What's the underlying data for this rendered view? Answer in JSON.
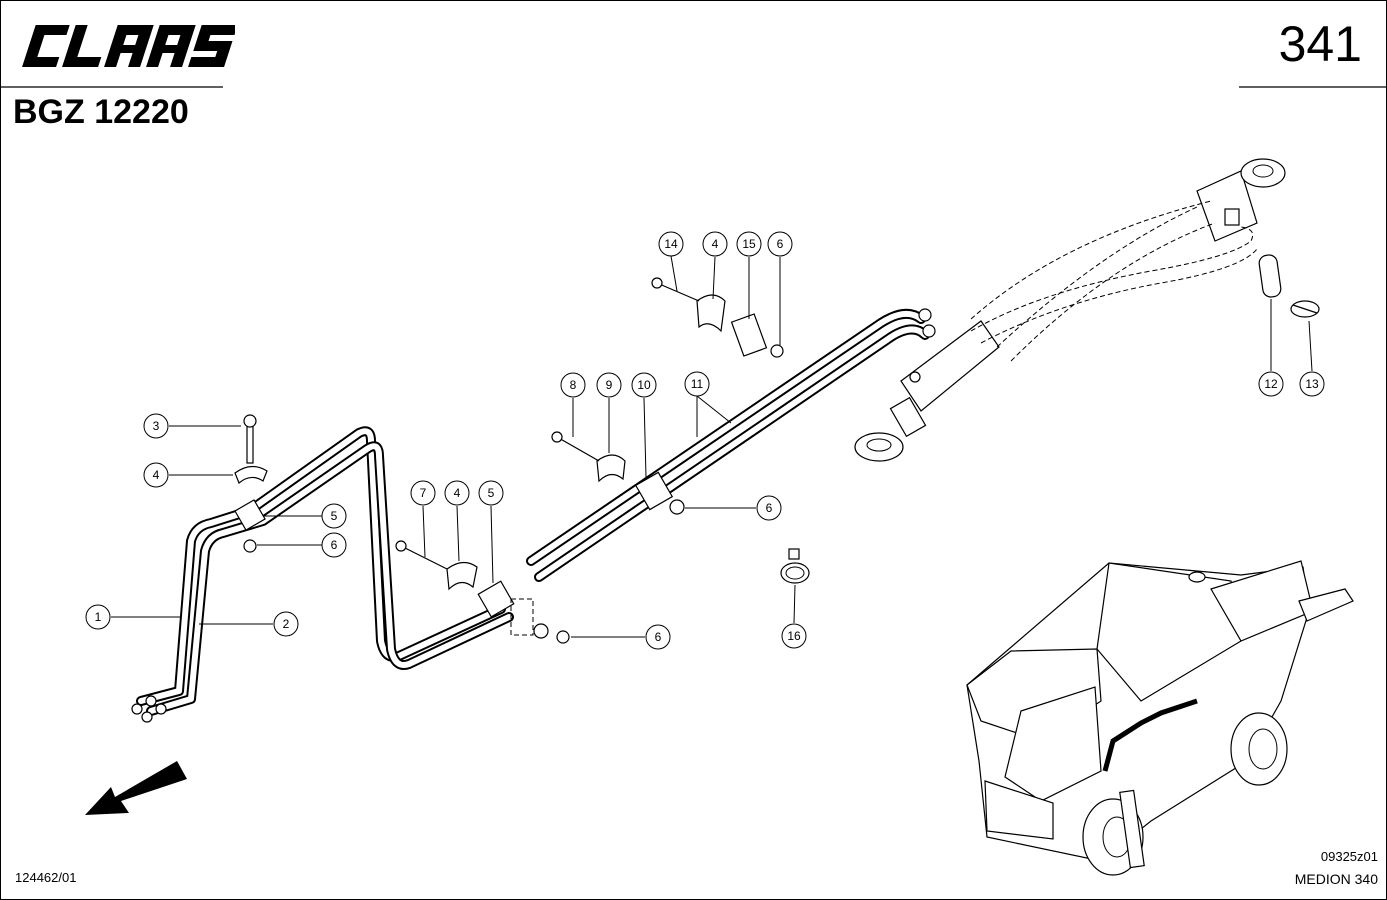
{
  "header": {
    "brand": "CLAAS",
    "page_number": "341",
    "group_code": "BGZ 12220"
  },
  "footer": {
    "document_number": "124462/01",
    "figure_code": "09325z01",
    "model": "MEDION 340"
  },
  "callouts": [
    {
      "id": "c14",
      "label": "14"
    },
    {
      "id": "c4a",
      "label": "4"
    },
    {
      "id": "c15",
      "label": "15"
    },
    {
      "id": "c6a",
      "label": "6"
    },
    {
      "id": "c8",
      "label": "8"
    },
    {
      "id": "c9",
      "label": "9"
    },
    {
      "id": "c10",
      "label": "10"
    },
    {
      "id": "c11",
      "label": "11"
    },
    {
      "id": "c12",
      "label": "12"
    },
    {
      "id": "c13",
      "label": "13"
    },
    {
      "id": "c3",
      "label": "3"
    },
    {
      "id": "c4b",
      "label": "4"
    },
    {
      "id": "c5a",
      "label": "5"
    },
    {
      "id": "c6b",
      "label": "6"
    },
    {
      "id": "c7",
      "label": "7"
    },
    {
      "id": "c4c",
      "label": "4"
    },
    {
      "id": "c5b",
      "label": "5"
    },
    {
      "id": "c6c",
      "label": "6"
    },
    {
      "id": "c16",
      "label": "16"
    },
    {
      "id": "c1",
      "label": "1"
    },
    {
      "id": "c2",
      "label": "2"
    },
    {
      "id": "c6d",
      "label": "6"
    }
  ]
}
